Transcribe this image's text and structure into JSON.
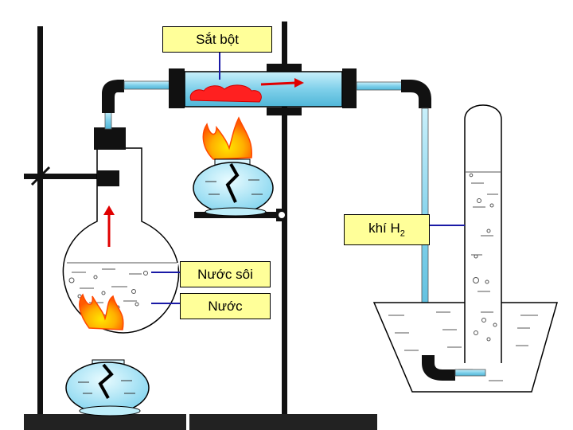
{
  "labels": {
    "iron_powder": "Sắt bột",
    "hydrogen_gas": "khí H",
    "hydrogen_subscript": "2",
    "boiling_water": "Nước sôi",
    "water": "Nước"
  },
  "colors": {
    "label_fill": "#ffff99",
    "tube_glass": "#8fd8ef",
    "water": "#b8ecfb",
    "flame_outer": "#ff6a00",
    "flame_inner": "#ffd400",
    "iron_glow": "#ff2a2a",
    "arrow": "#e00000",
    "pointer_line": "#1a1aa6",
    "stand": "#111111"
  }
}
